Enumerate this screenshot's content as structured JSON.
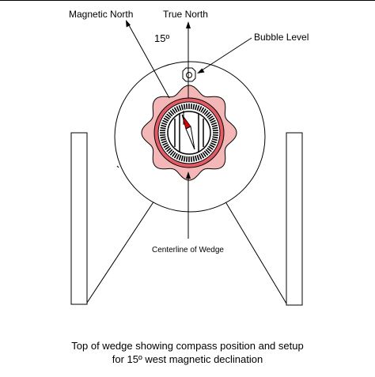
{
  "labels": {
    "magnetic_north": "Magnetic North",
    "true_north": "True North",
    "angle": "15º",
    "bubble_level": "Bubble Level",
    "centerline": "Centerline of Wedge"
  },
  "caption": {
    "line1": "Top of wedge showing compass position and setup",
    "line2": "for 15º west magnetic declination"
  },
  "colors": {
    "compass_housing": "#f4b7b7",
    "bezel_ring": "#e35b65",
    "needle": "#e00000",
    "outline": "#000000"
  }
}
